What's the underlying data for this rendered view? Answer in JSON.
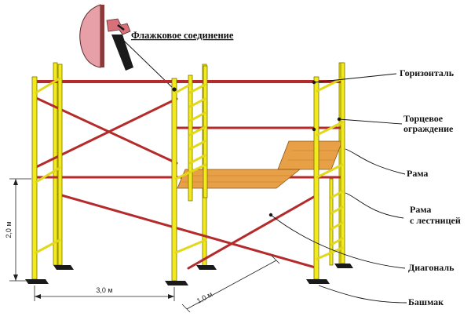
{
  "callouts": {
    "flag_joint": "Флажковое соединение",
    "horizontal": "Горизонталь",
    "end_guard_line1": "Торцевое",
    "end_guard_line2": "ограждение",
    "frame": "Рама",
    "ladder_frame_line1": "Рама",
    "ladder_frame_line2": "с лестницей",
    "diagonal": "Диагональ",
    "base_plate": "Башмак"
  },
  "dimensions": {
    "height": "2,0 м",
    "length": "3,0 м",
    "depth": "1,0 м"
  },
  "colors": {
    "frame_yellow": "#f2ea1c",
    "brace_red": "#b52a2a",
    "deck_orange": "#e7a046",
    "flag_pink": "#e8a0a8"
  }
}
